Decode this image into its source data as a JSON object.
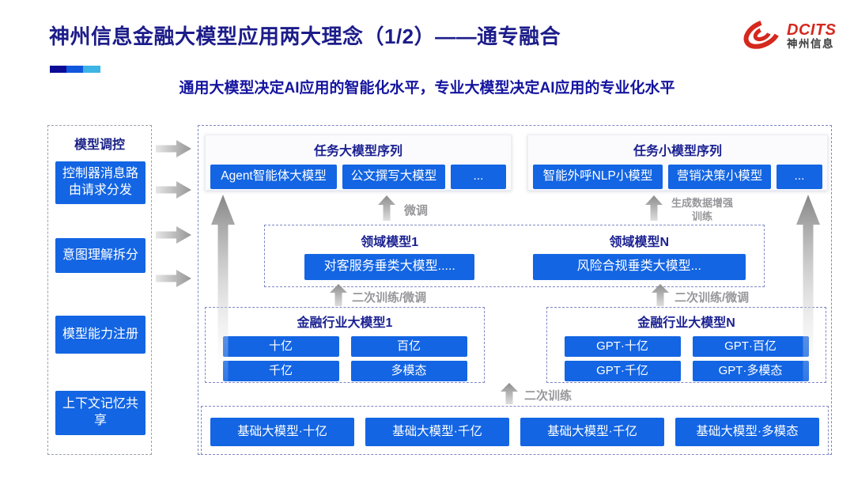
{
  "header": {
    "title": "神州信息金融大模型应用两大理念（1/2）——通专融合",
    "subtitle": "通用大模型决定AI应用的智能化水平，专业大模型决定AI应用的专业化水平",
    "logo": {
      "brand": "DCITS",
      "brand_cn": "神州信息"
    }
  },
  "sidebar": {
    "title": "模型调控",
    "items": [
      "控制器消息路由请求分发",
      "意图理解拆分",
      "模型能力注册",
      "上下文记忆共享"
    ]
  },
  "diagram": {
    "task_large_models": {
      "title": "任务大模型序列",
      "items": [
        "Agent智能体大模型",
        "公文撰写大模型",
        "..."
      ]
    },
    "task_small_models": {
      "title": "任务小模型序列",
      "items": [
        "智能外呼NLP小模型",
        "营销决策小模型",
        "..."
      ]
    },
    "labels": {
      "fine_tune": "微调",
      "gen_data": "生成数据增强训练",
      "secondary_left": "二次训练/微调",
      "secondary_right": "二次训练/微调",
      "secondary_train": "二次训练"
    },
    "domain_models": [
      {
        "title": "领域模型1",
        "box": "对客服务垂类大模型....."
      },
      {
        "title": "领域模型N",
        "box": "风险合规垂类大模型..."
      }
    ],
    "industry_models": [
      {
        "title": "金融行业大模型1",
        "items": [
          "十亿",
          "百亿",
          "千亿",
          "多模态"
        ]
      },
      {
        "title": "金融行业大模型N",
        "items": [
          "GPT·十亿",
          "GPT·百亿",
          "GPT·千亿",
          "GPT·多模态"
        ]
      }
    ],
    "base_models": [
      "基础大模型·十亿",
      "基础大模型·千亿",
      "基础大模型·千亿",
      "基础大模型·多模态"
    ]
  },
  "colors": {
    "box_blue": "#1365e3",
    "navy_text": "#1b2191",
    "title_navy": "#1c1c8a",
    "brand_red": "#d5281e",
    "label_gray": "#97979b"
  }
}
